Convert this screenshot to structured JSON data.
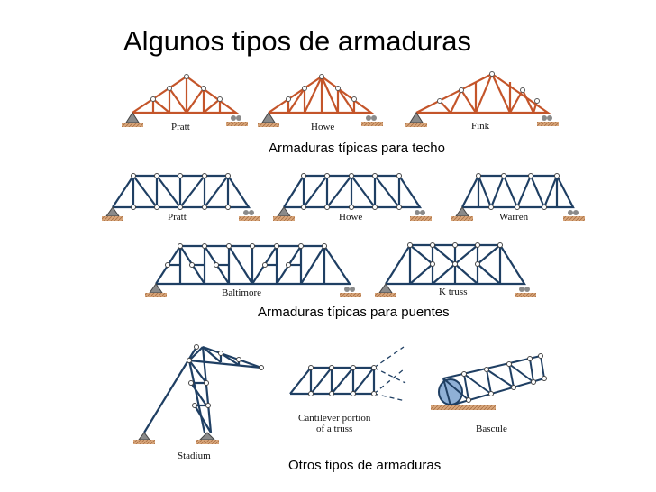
{
  "title": "Algunos tipos de armaduras",
  "captions": {
    "roof": "Armaduras típicas para techo",
    "bridge": "Armaduras típicas para puentes",
    "other": "Otros tipos de armaduras"
  },
  "labels": {
    "roof_pratt": "Pratt",
    "roof_howe": "Howe",
    "roof_fink": "Fink",
    "bridge_pratt": "Pratt",
    "bridge_howe": "Howe",
    "bridge_warren": "Warren",
    "baltimore": "Baltimore",
    "k_truss": "K truss",
    "stadium": "Stadium",
    "cantilever_1": "Cantilever portion",
    "cantilever_2": "of a truss",
    "bascule": "Bascule"
  },
  "colors": {
    "roof_member": "#c4552a",
    "bridge_member": "#1f3f63",
    "joint": "#ffffff",
    "support": "#7a7a7a",
    "ground": "#d8a67a"
  }
}
